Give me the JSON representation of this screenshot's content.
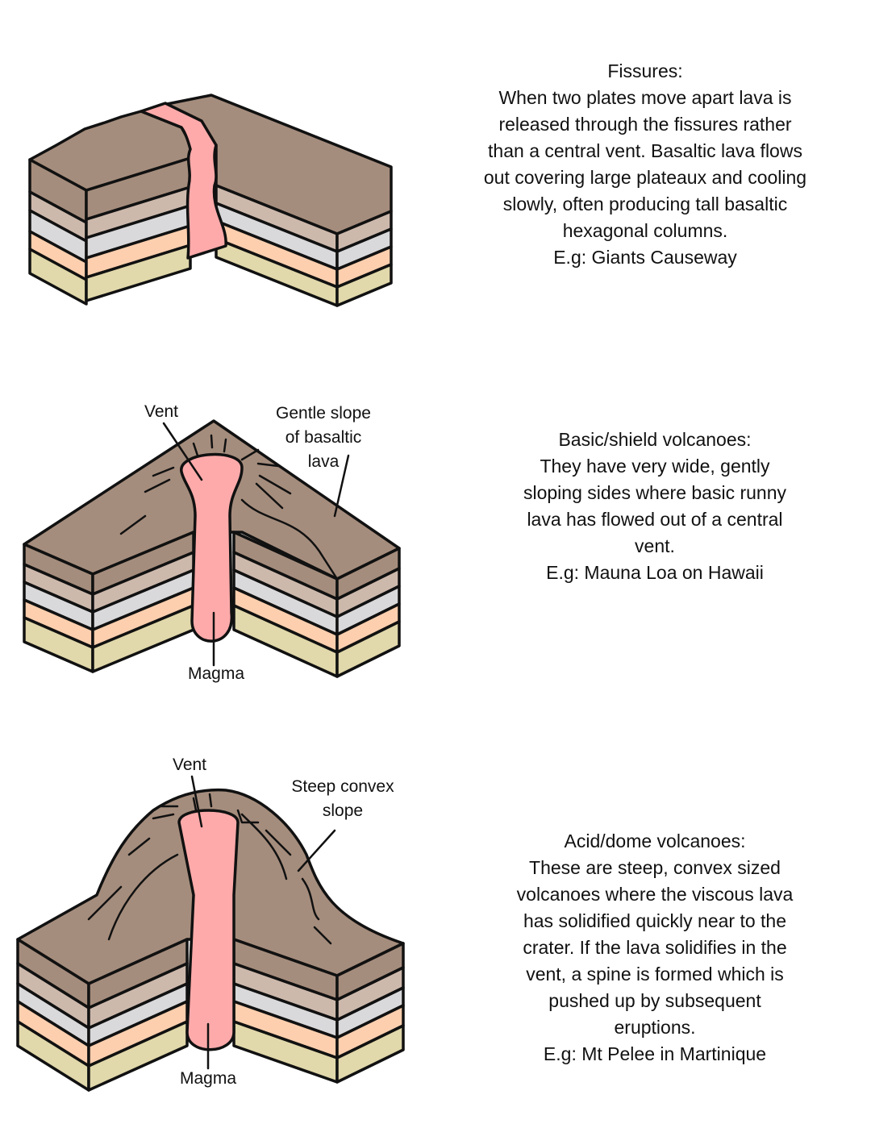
{
  "colors": {
    "rock_top": "#a58d7d",
    "layer_tan": "#cdb9ac",
    "layer_grey": "#d9d9db",
    "layer_peach": "#fdcfae",
    "layer_khaki": "#e1d8ab",
    "magma": "#ffaaaa",
    "outline": "#111111"
  },
  "sections": [
    {
      "lines": [
        "Fissures:",
        "When two plates move apart lava is",
        "released through the fissures rather",
        "than a central vent. Basaltic lava flows",
        "out covering large plateaux and cooling",
        "slowly, often producing tall basaltic",
        "hexagonal columns.",
        "E.g: Giants Causeway"
      ]
    },
    {
      "lines": [
        "Basic/shield volcanoes:",
        "They have very wide, gently",
        "sloping sides where basic runny",
        "lava has flowed out of a central",
        "vent.",
        "E.g: Mauna Loa on Hawaii"
      ],
      "labels": {
        "vent": "Vent",
        "slope": [
          "Gentle slope",
          "of basaltic",
          "lava"
        ],
        "magma": "Magma"
      }
    },
    {
      "lines": [
        "Acid/dome volcanoes:",
        "These are steep, convex sized",
        "volcanoes where the viscous lava",
        "has solidified quickly near to the",
        "crater. If the lava solidifies in the",
        "vent, a spine is formed which is",
        "pushed up by subsequent",
        "eruptions.",
        "E.g: Mt Pelee in Martinique"
      ],
      "labels": {
        "vent": "Vent",
        "slope": [
          "Steep convex",
          "slope"
        ],
        "magma": "Magma"
      }
    }
  ]
}
